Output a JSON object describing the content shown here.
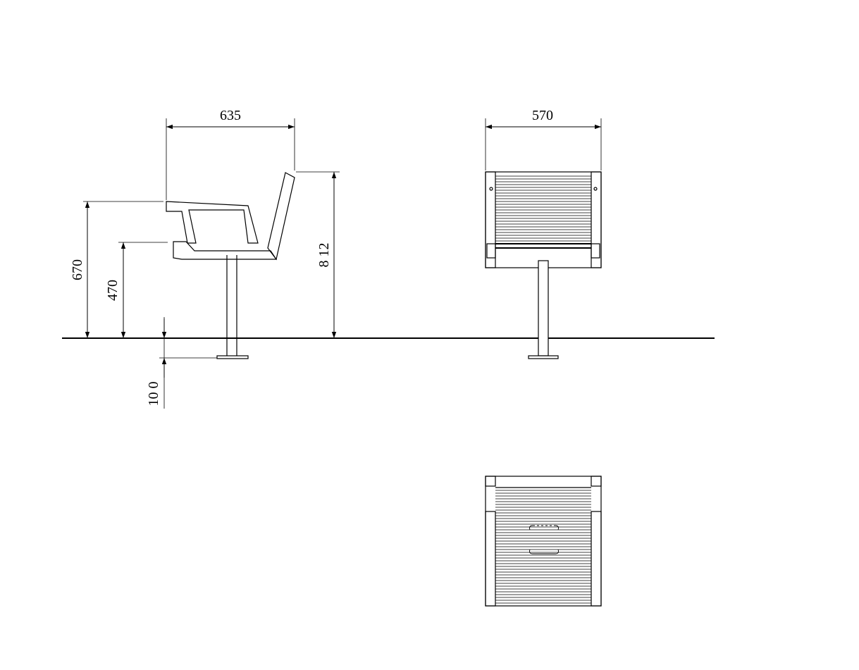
{
  "dimensions": {
    "side_depth": "635",
    "front_width": "570",
    "armrest_height": "670",
    "seat_height": "470",
    "total_height": "8 12",
    "base_depth": "10 0"
  },
  "colors": {
    "line": "#000000",
    "background": "#ffffff"
  }
}
